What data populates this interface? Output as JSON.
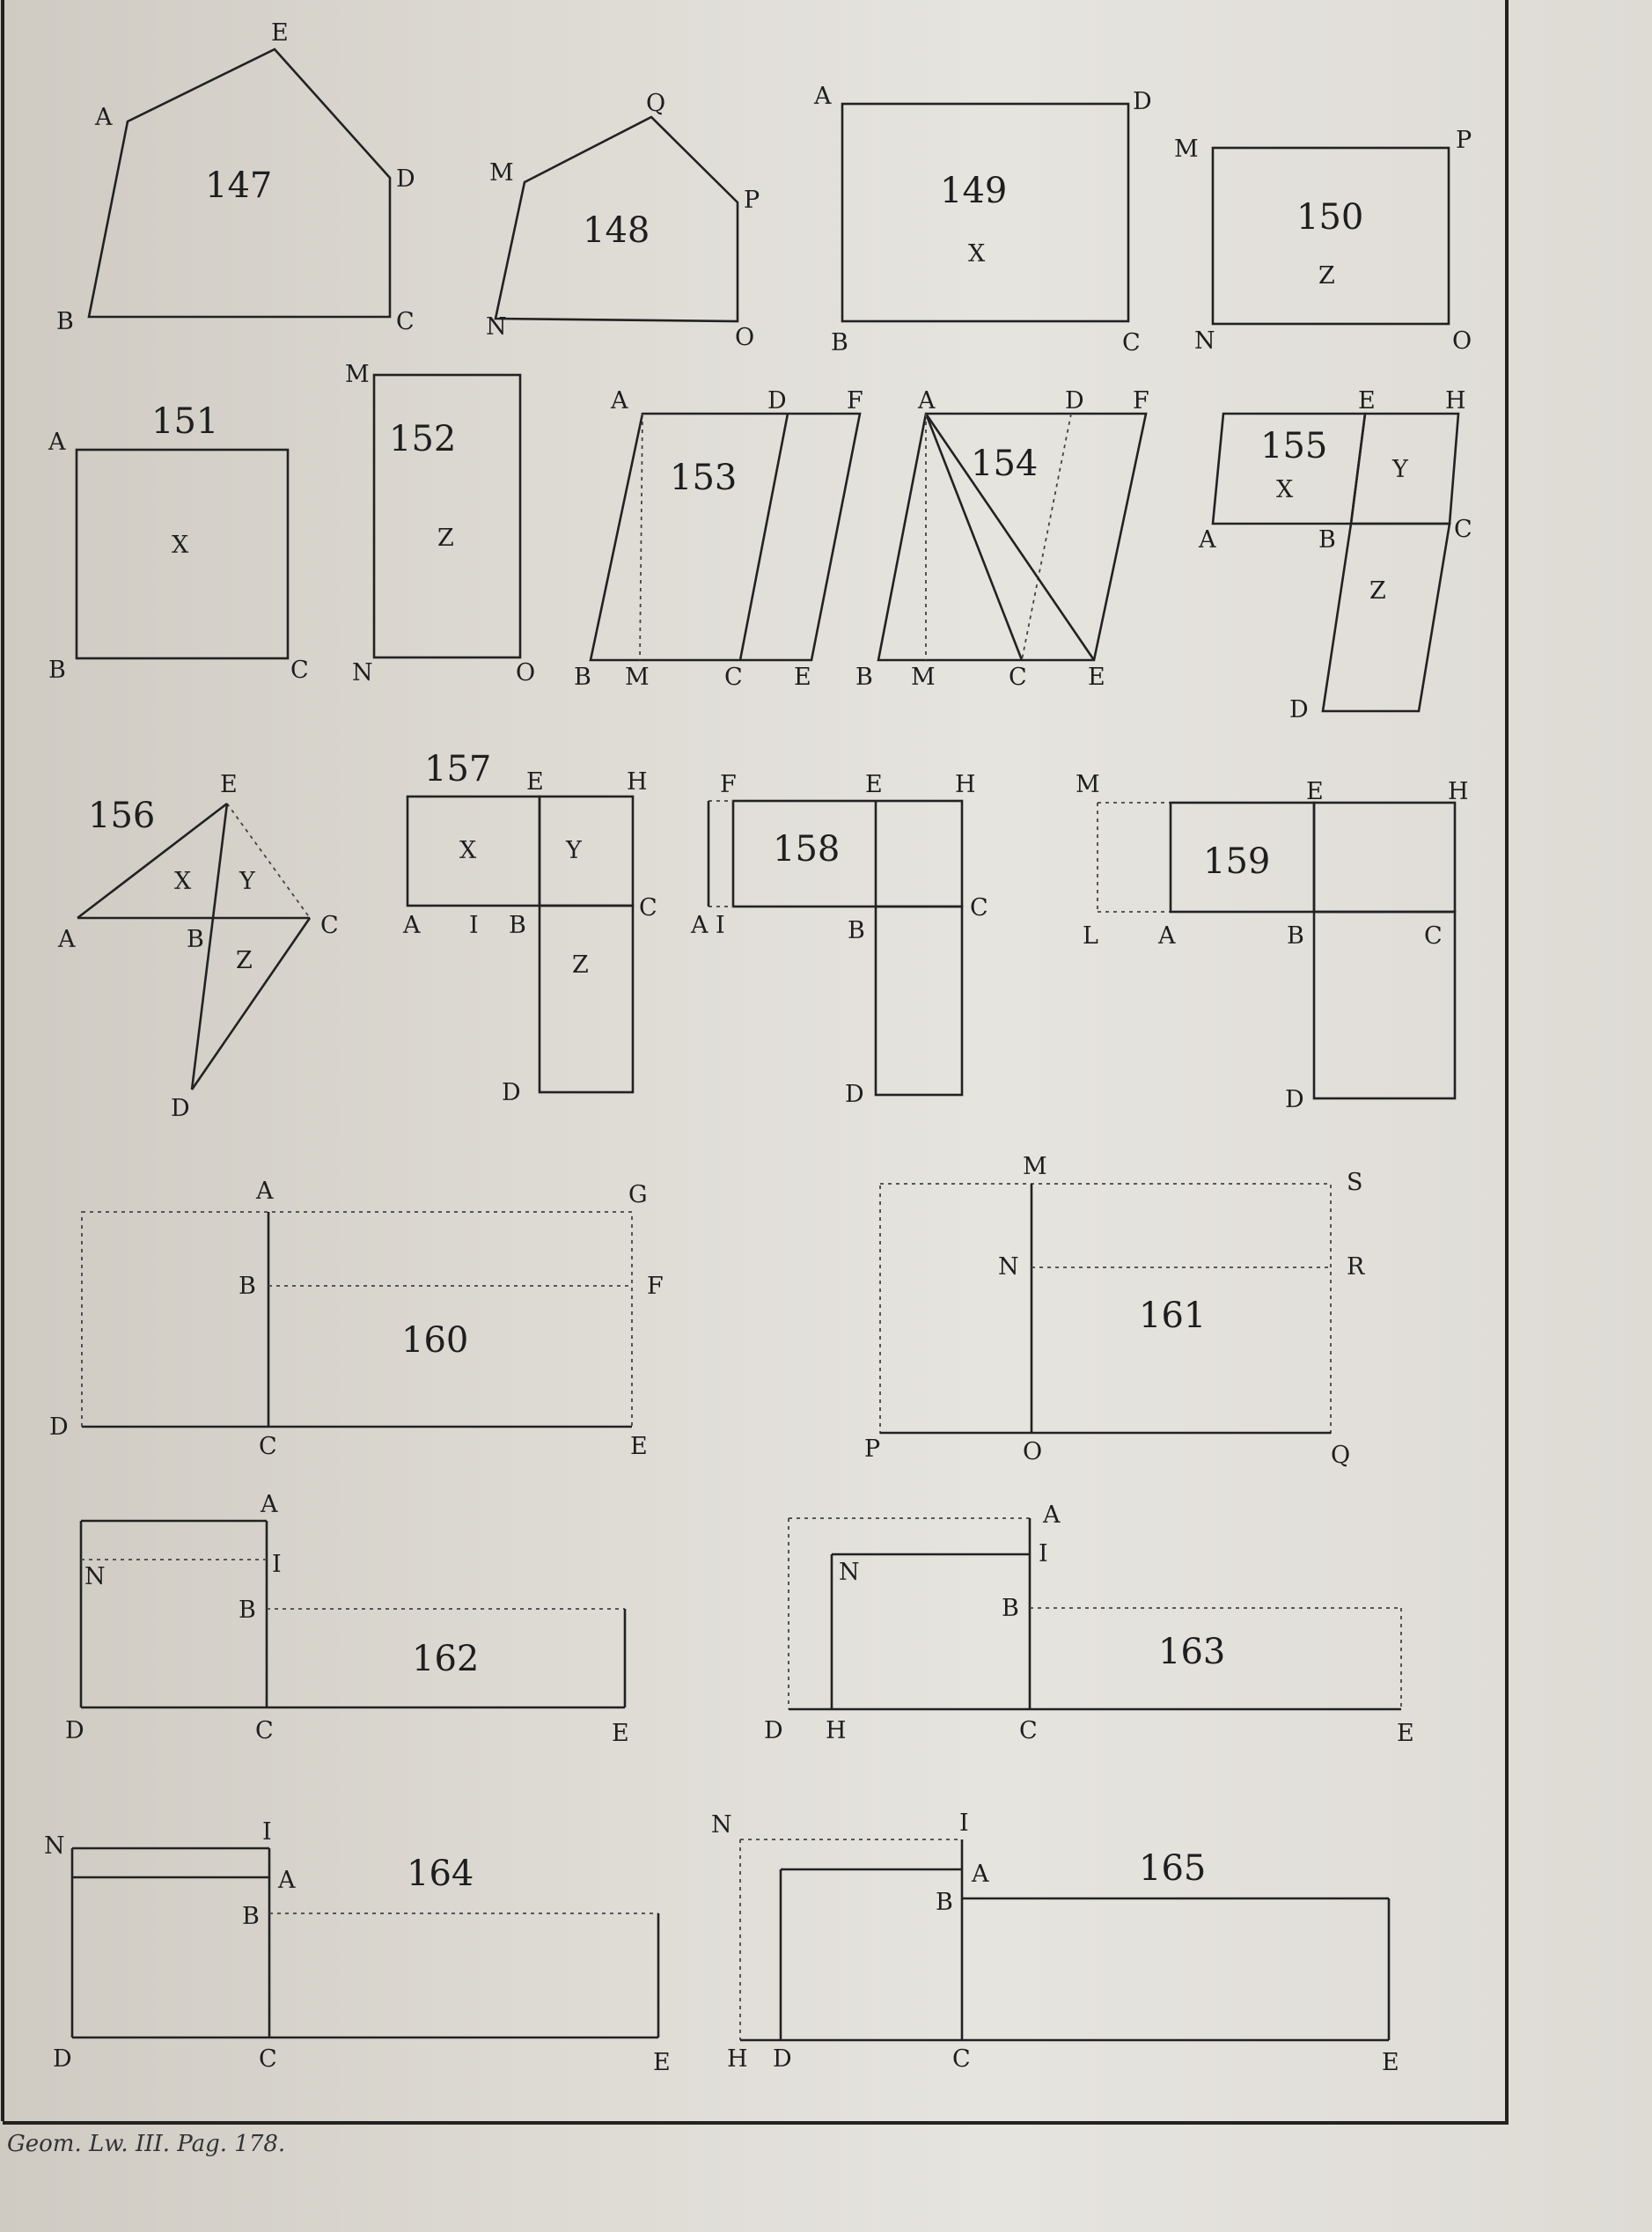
{
  "caption": "Geom. Lw. III. Pag. 178.",
  "figures": [
    {
      "number": "147",
      "labels": [
        "E",
        "A",
        "D",
        "B",
        "C"
      ],
      "areas": []
    },
    {
      "number": "148",
      "labels": [
        "Q",
        "M",
        "P",
        "N",
        "O"
      ],
      "areas": []
    },
    {
      "number": "149",
      "labels": [
        "A",
        "D",
        "B",
        "C"
      ],
      "areas": [
        "X"
      ]
    },
    {
      "number": "150",
      "labels": [
        "M",
        "P",
        "N",
        "O"
      ],
      "areas": [
        "Z"
      ]
    },
    {
      "number": "151",
      "labels": [
        "A",
        "B",
        "C"
      ],
      "areas": [
        "X"
      ]
    },
    {
      "number": "152",
      "labels": [
        "M",
        "N",
        "O"
      ],
      "areas": [
        "Z"
      ]
    },
    {
      "number": "153",
      "labels": [
        "A",
        "D",
        "F",
        "B",
        "M",
        "C",
        "E"
      ],
      "areas": []
    },
    {
      "number": "154",
      "labels": [
        "A",
        "D",
        "F",
        "B",
        "M",
        "C",
        "E"
      ],
      "areas": []
    },
    {
      "number": "155",
      "labels": [
        "E",
        "H",
        "A",
        "B",
        "C",
        "D"
      ],
      "areas": [
        "X",
        "Y",
        "Z"
      ]
    },
    {
      "number": "156",
      "labels": [
        "E",
        "A",
        "B",
        "C",
        "D"
      ],
      "areas": [
        "X",
        "Y",
        "Z"
      ]
    },
    {
      "number": "157",
      "labels": [
        "E",
        "H",
        "A",
        "I",
        "B",
        "C",
        "D"
      ],
      "areas": [
        "X",
        "Y",
        "Z"
      ]
    },
    {
      "number": "158",
      "labels": [
        "F",
        "E",
        "H",
        "A",
        "I",
        "B",
        "C",
        "D"
      ],
      "areas": []
    },
    {
      "number": "159",
      "labels": [
        "M",
        "E",
        "H",
        "L",
        "A",
        "B",
        "C",
        "D"
      ],
      "areas": []
    },
    {
      "number": "160",
      "labels": [
        "A",
        "G",
        "B",
        "F",
        "D",
        "C",
        "E"
      ],
      "areas": []
    },
    {
      "number": "161",
      "labels": [
        "M",
        "S",
        "N",
        "R",
        "P",
        "O",
        "Q"
      ],
      "areas": []
    },
    {
      "number": "162",
      "labels": [
        "A",
        "N",
        "I",
        "B",
        "D",
        "C",
        "E"
      ],
      "areas": []
    },
    {
      "number": "163",
      "labels": [
        "A",
        "N",
        "I",
        "B",
        "D",
        "H",
        "C",
        "E"
      ],
      "areas": []
    },
    {
      "number": "164",
      "labels": [
        "N",
        "I",
        "A",
        "B",
        "D",
        "C",
        "E"
      ],
      "areas": []
    },
    {
      "number": "165",
      "labels": [
        "N",
        "I",
        "A",
        "B",
        "H",
        "D",
        "C",
        "E"
      ],
      "areas": []
    }
  ]
}
